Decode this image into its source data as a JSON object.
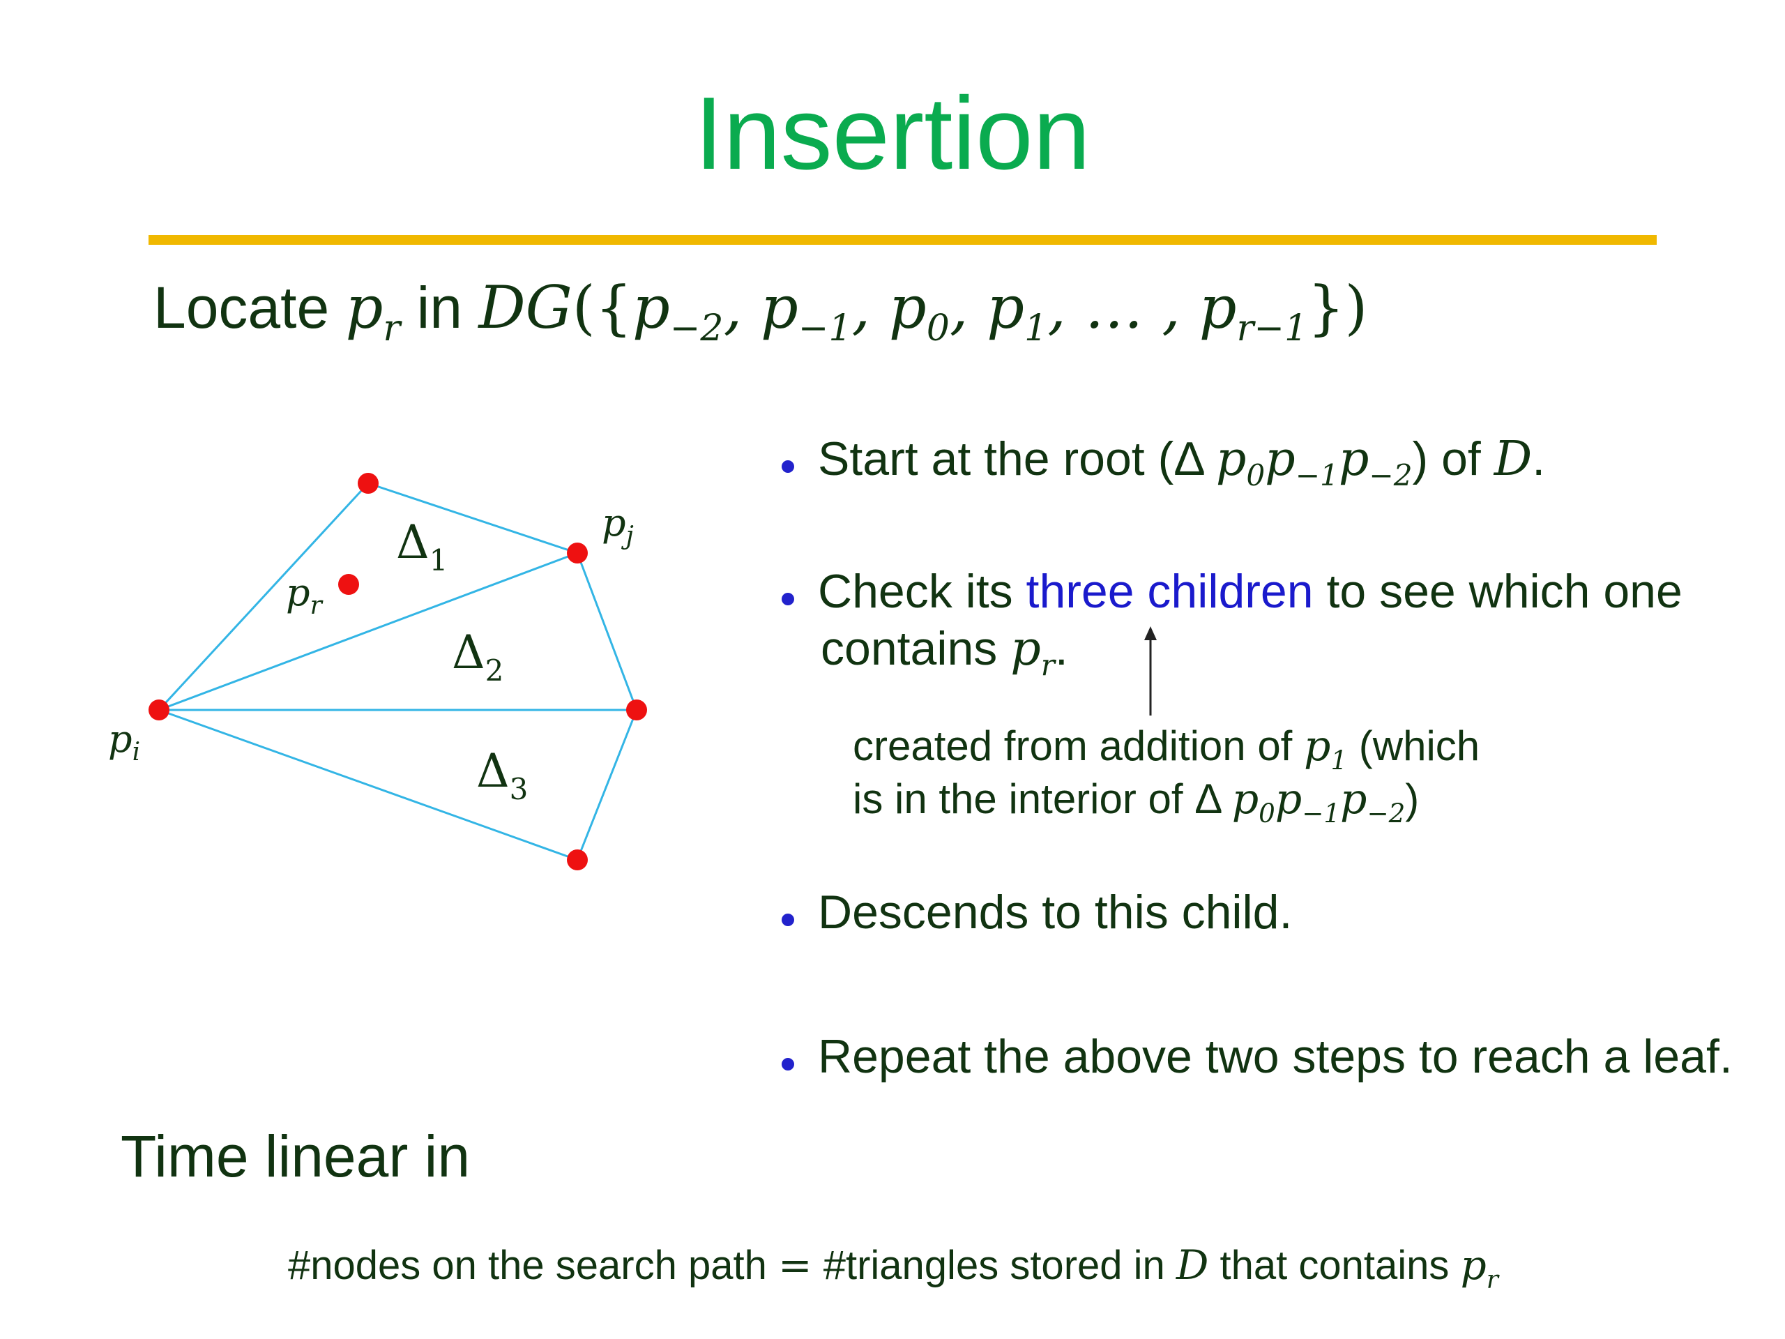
{
  "title": "Insertion",
  "locate": {
    "word1": "Locate",
    "word2": "in",
    "dg": "DG",
    "open": "({",
    "close": "})"
  },
  "bullets": [
    {
      "text_a": "Start at the root (",
      "delta": "Δ",
      "text_b": ") of",
      "d": "D",
      "end": "."
    },
    {
      "text_a": "Check its",
      "highlight": "three children",
      "text_b": "to see which one",
      "line2": "contains",
      "end": "."
    },
    {
      "text": "Descends to this child."
    },
    {
      "text": "Repeat the above two steps to reach a leaf."
    }
  ],
  "note": {
    "line1_a": "created from addition of",
    "line1_b": "(which",
    "line2_a": "is in the interior of",
    "delta": "Δ",
    "close": ")"
  },
  "time_label": "Time linear in",
  "bottom": {
    "a": "#nodes on the search path",
    "eq": "=",
    "b": "#triangles stored in",
    "d": "D",
    "c": "that contains"
  },
  "diagram": {
    "deltas": [
      "Δ",
      "Δ",
      "Δ"
    ],
    "delta_subs": [
      "1",
      "2",
      "3"
    ],
    "labels": {
      "pj": "j",
      "pr": "r",
      "pi": "i",
      "p": "p"
    },
    "edge_color": "#33b5e5",
    "point_color": "#ee1111"
  },
  "colors": {
    "title": "#0aab4f",
    "rule": "#f0b800",
    "text": "#113311",
    "highlight": "#1a1acc",
    "bullet": "#2222cc"
  }
}
